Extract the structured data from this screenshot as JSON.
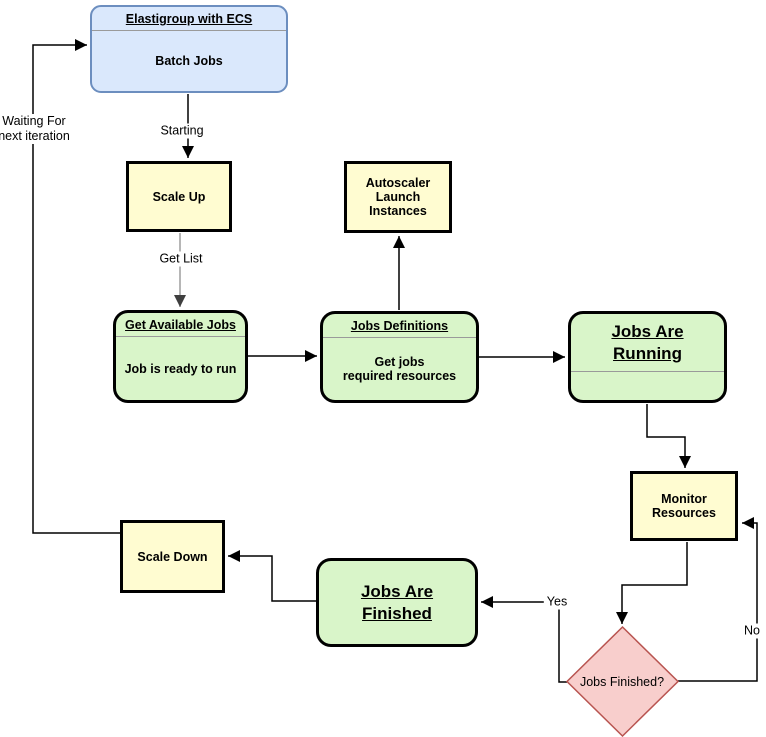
{
  "colors": {
    "blue_fill": "#dae8fc",
    "blue_border": "#6c8ebf",
    "yellow_fill": "#fffcd1",
    "green_fill": "#d9f5c9",
    "pink_fill": "#f8cecc",
    "pink_border": "#b85450",
    "box_border": "#000000",
    "gray_edge": "#9e9e9e"
  },
  "nodes": {
    "elastigroup": {
      "title": "Elastigroup with ECS",
      "body": "Batch Jobs"
    },
    "scale_up": {
      "label": "Scale Up"
    },
    "autoscaler": {
      "label": "Autoscaler\nLaunch\nInstances"
    },
    "get_available_jobs": {
      "title": "Get Available Jobs",
      "body": "Job is ready to run"
    },
    "jobs_definitions": {
      "title": "Jobs Definitions",
      "body": "Get jobs\nrequired resources"
    },
    "jobs_are_running": {
      "title": "Jobs Are\nRunning"
    },
    "monitor_resources": {
      "label": "Monitor\nResources"
    },
    "scale_down": {
      "label": "Scale Down"
    },
    "jobs_are_finished": {
      "title": "Jobs Are\nFinished"
    },
    "jobs_finished_decision": {
      "label": "Jobs Finished?"
    }
  },
  "edge_labels": {
    "starting": "Starting",
    "get_list": "Get List",
    "waiting": "Waiting For\nnext iteration",
    "yes": "Yes",
    "no": "No"
  }
}
